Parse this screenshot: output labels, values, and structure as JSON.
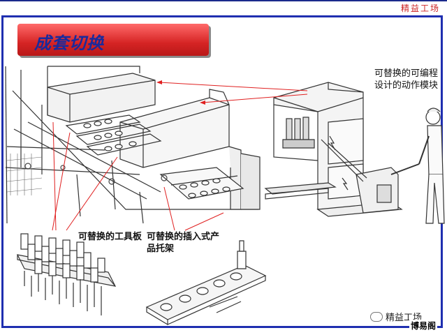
{
  "header": {
    "brand": "精益工场"
  },
  "title_banner": {
    "text": "成套切换"
  },
  "captions": {
    "programmable": "可替换的可编程设计的动作模块",
    "tool_plate": "可替换的工具板",
    "product_pallet": "可替换的插入式产品托架"
  },
  "footer": {
    "wechat_label": "精益工场",
    "watermark": "博易阁"
  },
  "colors": {
    "frame": "#1f2fb0",
    "banner": "#d62424",
    "title": "#1a2a9c",
    "arrow": "#e02020"
  }
}
